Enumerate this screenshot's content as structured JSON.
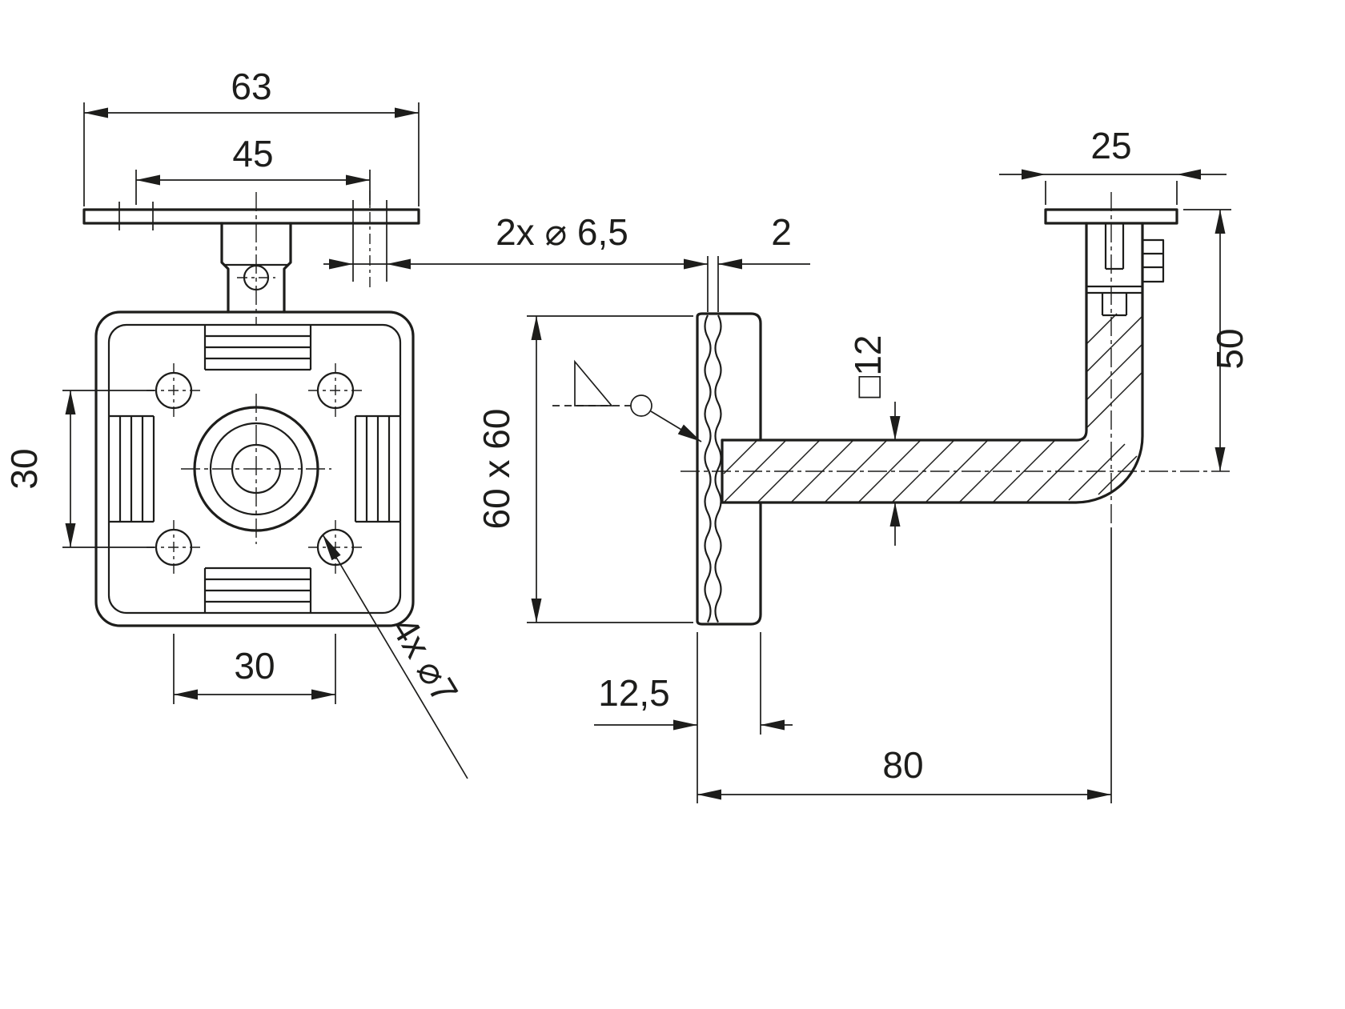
{
  "meta": {
    "background": "#ffffff",
    "line_color": "#1d1d1b",
    "drawing_type": "handrail wall bracket dimension drawing",
    "views": [
      "front view of wall plate",
      "side view of bracket"
    ]
  },
  "dims": {
    "plate_width": "63",
    "saddle_hole_spacing": "45",
    "hole_spacing_vertical": "30",
    "hole_spacing_horizontal": "30",
    "corner_holes": "4x ⌀7",
    "saddle_holes": "2x ⌀ 6,5",
    "gasket_thickness": "2",
    "plate_face": "60 x 60",
    "saddle_depth": "25",
    "drop_height": "50",
    "arm_section": "□12",
    "plate_depth": "12,5",
    "wall_projection": "80"
  }
}
